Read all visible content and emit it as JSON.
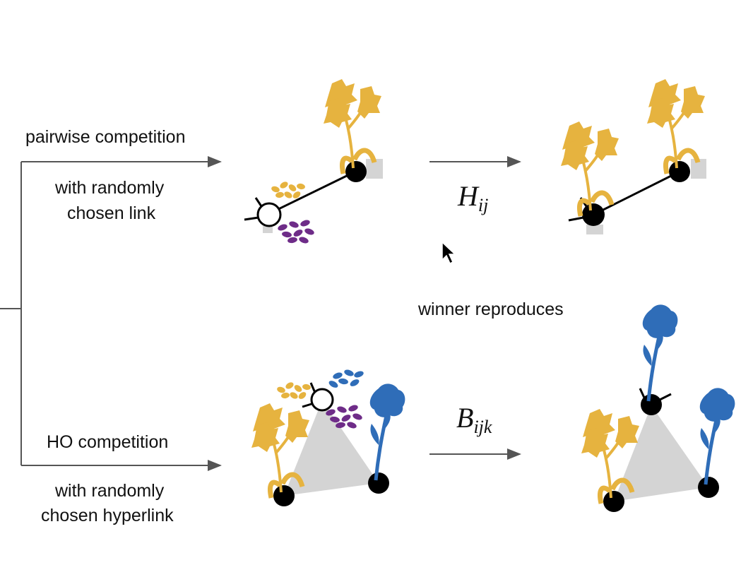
{
  "labels": {
    "pairwise_title": "pairwise competition",
    "pairwise_sub1": "with randomly",
    "pairwise_sub2": "chosen link",
    "ho_title": "HO competition",
    "ho_sub1": "with randomly",
    "ho_sub2": "chosen hyperlink",
    "winner": "winner reproduces"
  },
  "math": {
    "pairwise_symbol": "H",
    "pairwise_index": "ij",
    "ho_symbol": "B",
    "ho_index": "ijk"
  },
  "colors": {
    "yellow_species": "#E6B33F",
    "blue_species": "#2F6DB8",
    "purple_seeds": "#6E2C88",
    "hyperedge": "#D4D4D4",
    "arrow": "#555555"
  }
}
